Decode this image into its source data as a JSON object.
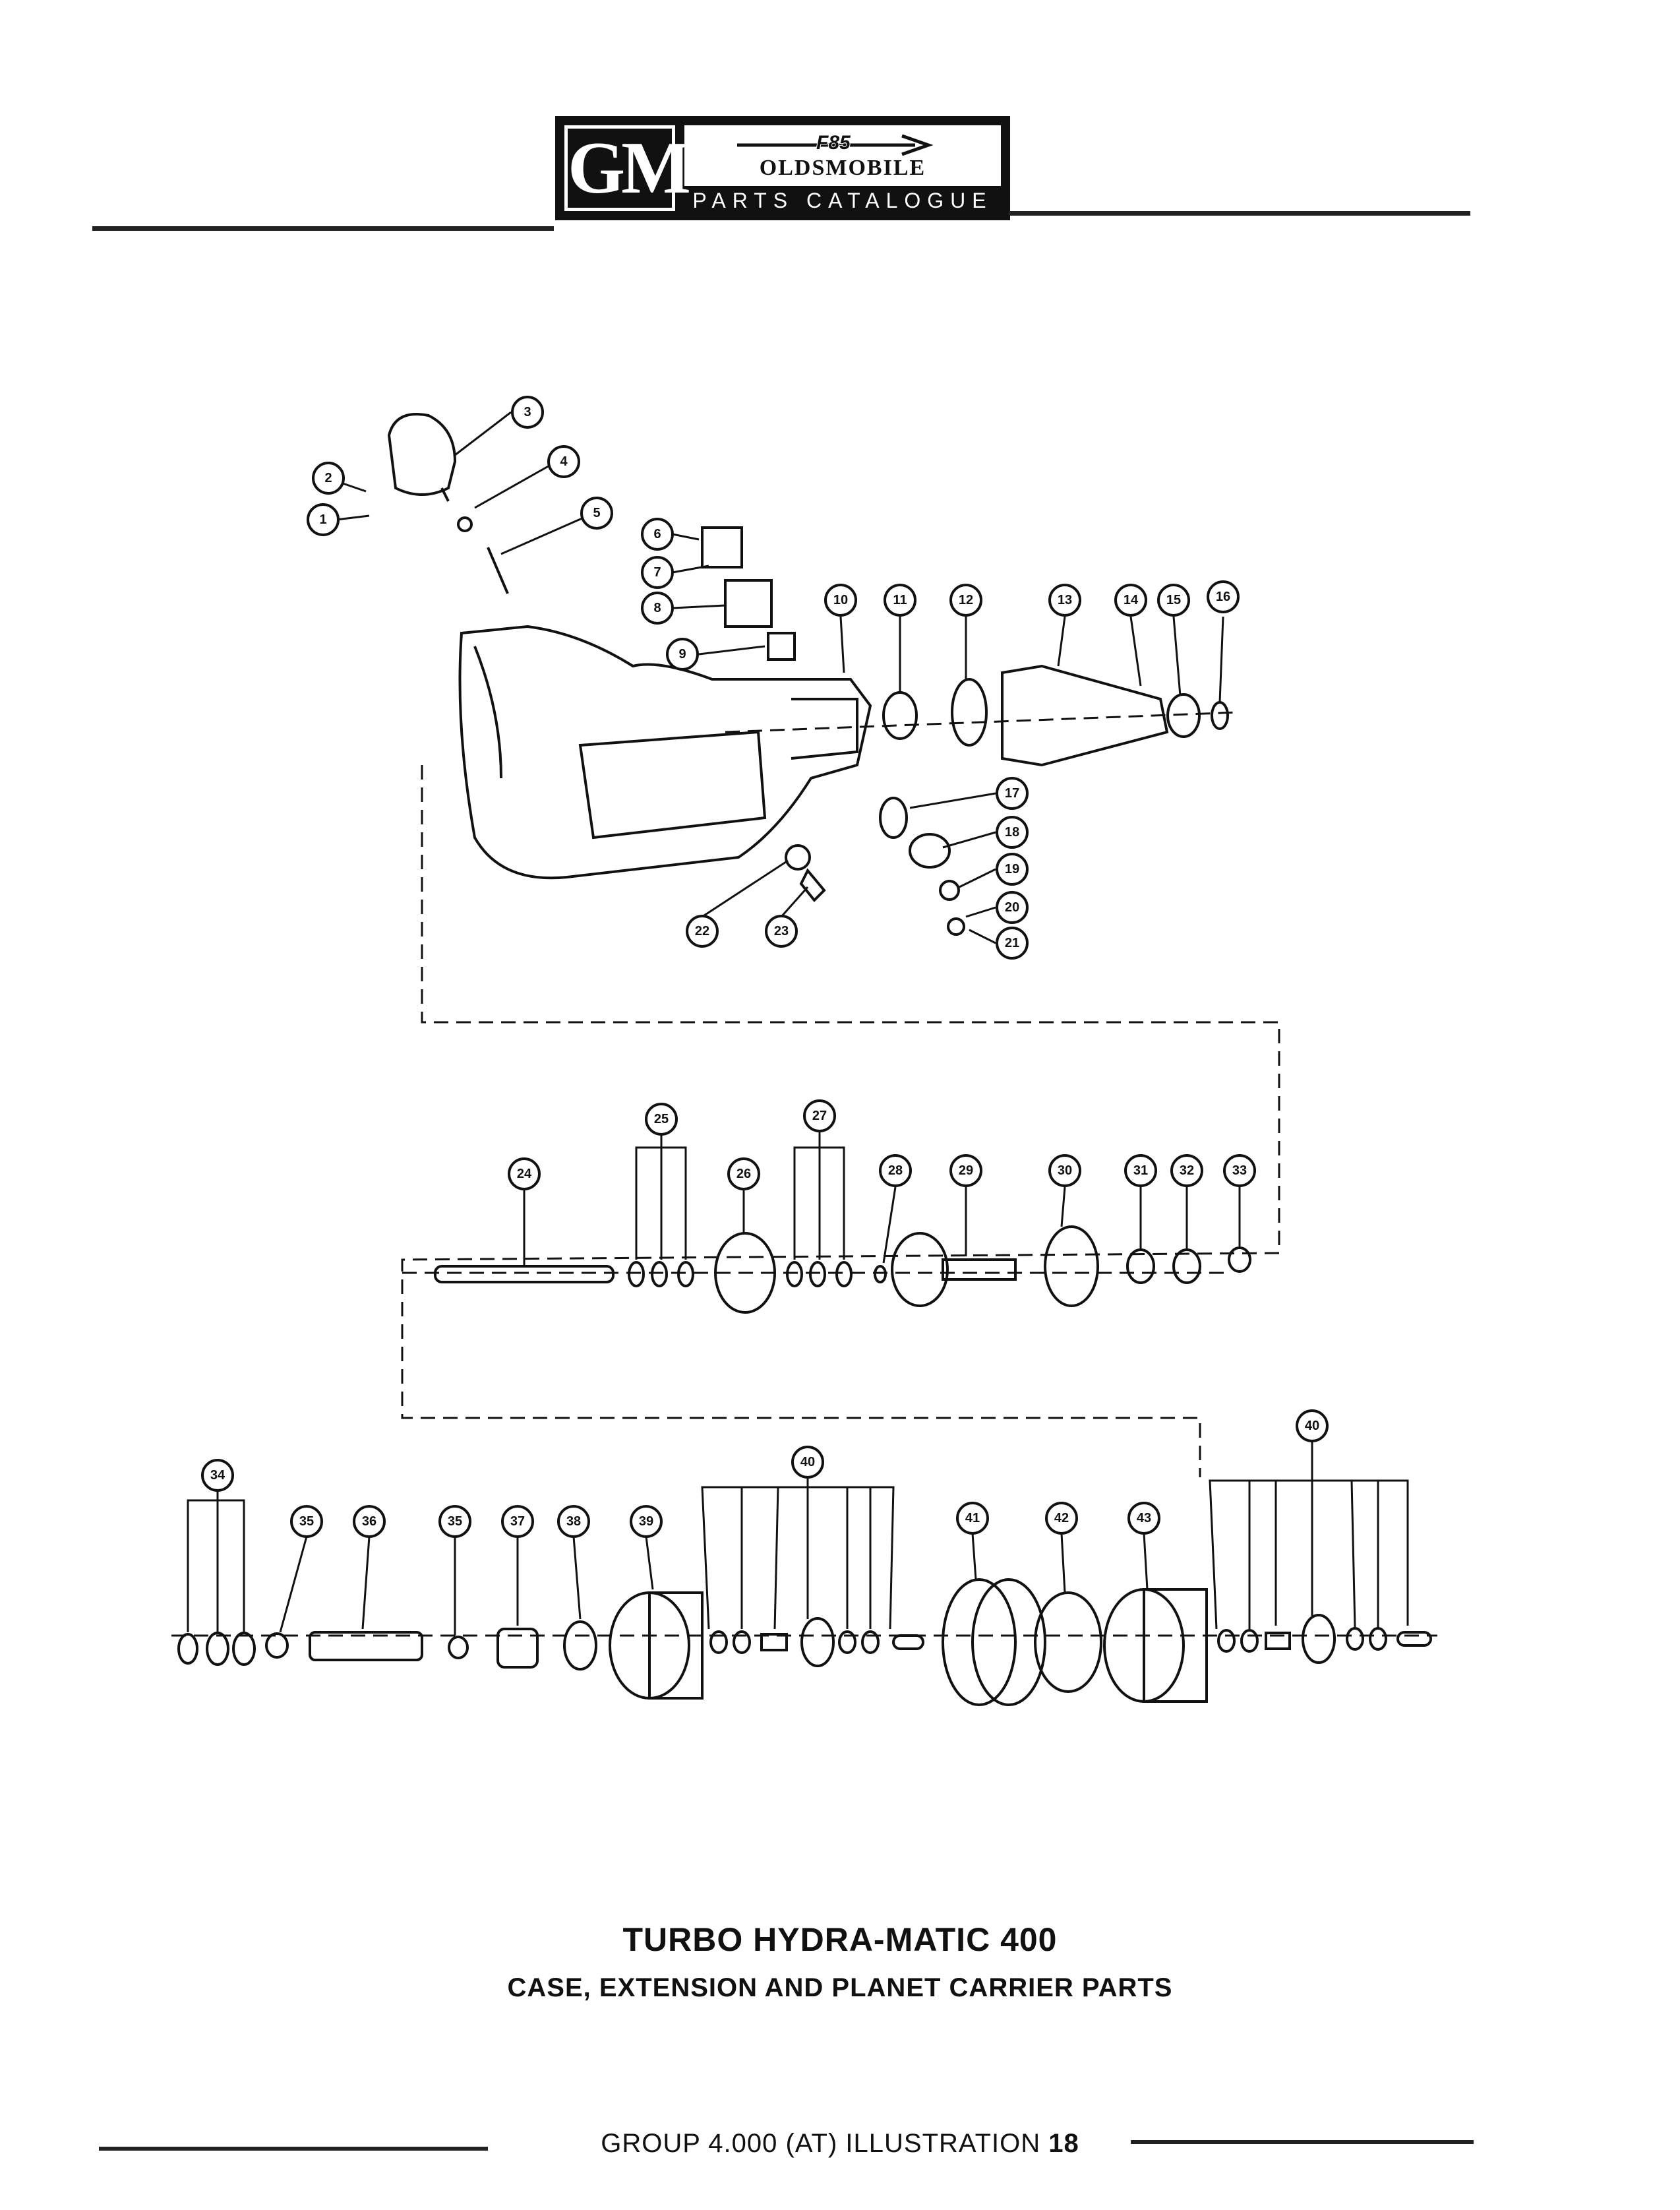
{
  "header": {
    "brand": "GM",
    "model": "F85",
    "make": "OLDSMOBILE",
    "catalog": "PARTS CATALOGUE"
  },
  "illustration": {
    "callouts_top": [
      "1",
      "2",
      "3",
      "4",
      "5",
      "6",
      "7",
      "8",
      "9",
      "10",
      "11",
      "12",
      "13",
      "14",
      "15",
      "16",
      "17",
      "18",
      "19",
      "20",
      "21",
      "22",
      "23"
    ],
    "callouts_middle": [
      "24",
      "25",
      "26",
      "27",
      "28",
      "29",
      "30",
      "31",
      "32",
      "33"
    ],
    "callouts_bottom": [
      "34",
      "35",
      "36",
      "35",
      "37",
      "38",
      "39",
      "40",
      "41",
      "42",
      "43",
      "40"
    ]
  },
  "title": "TURBO HYDRA-MATIC 400",
  "subtitle": "CASE, EXTENSION AND PLANET CARRIER PARTS",
  "footer": {
    "group_label": "GROUP 4.000 (AT) ILLUSTRATION",
    "illustration_number": "18"
  }
}
